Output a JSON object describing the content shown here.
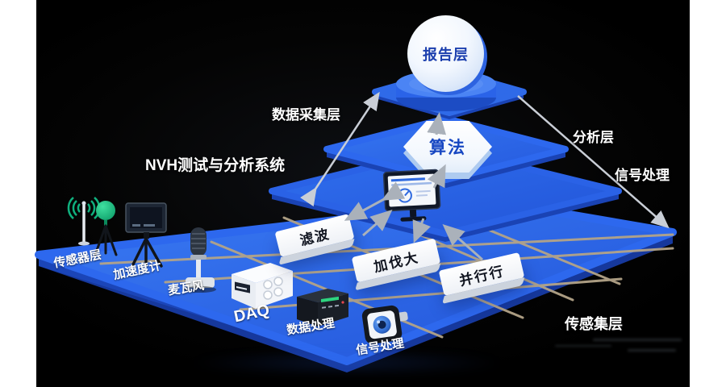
{
  "diagram": {
    "system_title": "NVH测试与分析系统",
    "layers": {
      "report": "报告层",
      "algorithm": "算法",
      "data_acquisition": "数据采集层",
      "analysis": "分析层",
      "signal_processing": "信号处理",
      "sensor_collection": "传感集层"
    },
    "process_boxes": [
      {
        "label": "滤波"
      },
      {
        "label": "加伐大"
      },
      {
        "label": "并行行"
      }
    ],
    "devices": [
      {
        "label": "传感器层",
        "icon": "antenna-icon"
      },
      {
        "label": "加速度计",
        "icon": "display-tripod-icon"
      },
      {
        "label": "麦瓦风",
        "icon": "microphone-icon"
      },
      {
        "label": "DAQ",
        "icon": "daq-unit-icon"
      },
      {
        "label": "数据处理",
        "icon": "processing-unit-icon"
      },
      {
        "label": "信号处理",
        "icon": "sensor-camera-icon"
      }
    ],
    "colors": {
      "platform_blue": "#2d68ee",
      "platform_side": "#1b45b8",
      "wire_tan": "#b3a488",
      "arrow_gray": "#c9ced6",
      "sphere_text_blue": "#1c3fae",
      "sensor_green": "#17c98b",
      "background": "#000000"
    }
  }
}
